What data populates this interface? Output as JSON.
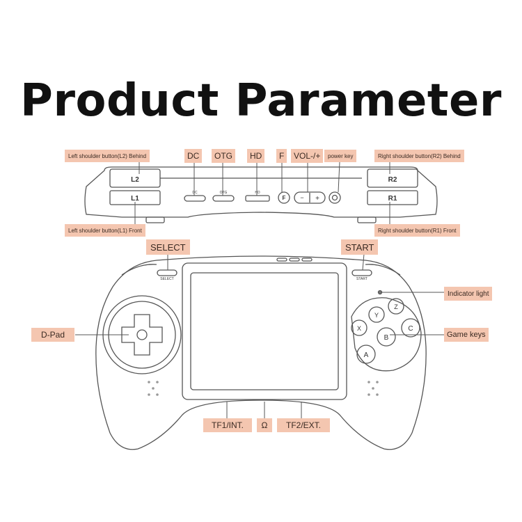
{
  "title": "Product Parameter",
  "top_view": {
    "left_labels": {
      "l2_behind": "Left shoulder button(L2) Behind",
      "l1_front": "Left shoulder button(L1) Front"
    },
    "right_labels": {
      "r2_behind": "Right shoulder button(R2) Behind",
      "r1_front": "Right shoulder button(R1) Front"
    },
    "port_labels": {
      "dc": "DC",
      "otg": "OTG",
      "hd": "HD",
      "f": "F",
      "vol": "VOL-/+",
      "power": "power key"
    },
    "body_marks": {
      "l2": "L2",
      "l1": "L1",
      "r2": "R2",
      "r1": "R1",
      "dc": "DC",
      "otg": "OTG",
      "hd": "HD",
      "f": "F",
      "vol_minus": "−",
      "vol_plus": "+"
    }
  },
  "front_view": {
    "labels": {
      "select": "SELECT",
      "start": "START",
      "dpad": "D-Pad",
      "indicator": "Indicator light",
      "game_keys": "Game keys",
      "tf1": "TF1/INT.",
      "headphone": "Ω",
      "tf2": "TF2/EXT."
    },
    "body_marks": {
      "select": "SELECT",
      "start": "START",
      "btn_y": "Y",
      "btn_x": "X",
      "btn_z": "Z",
      "btn_a": "A",
      "btn_b": "B",
      "btn_c": "C"
    }
  },
  "colors": {
    "tag_fill": "#f4c6b0",
    "line": "#555555",
    "title": "#111111"
  }
}
